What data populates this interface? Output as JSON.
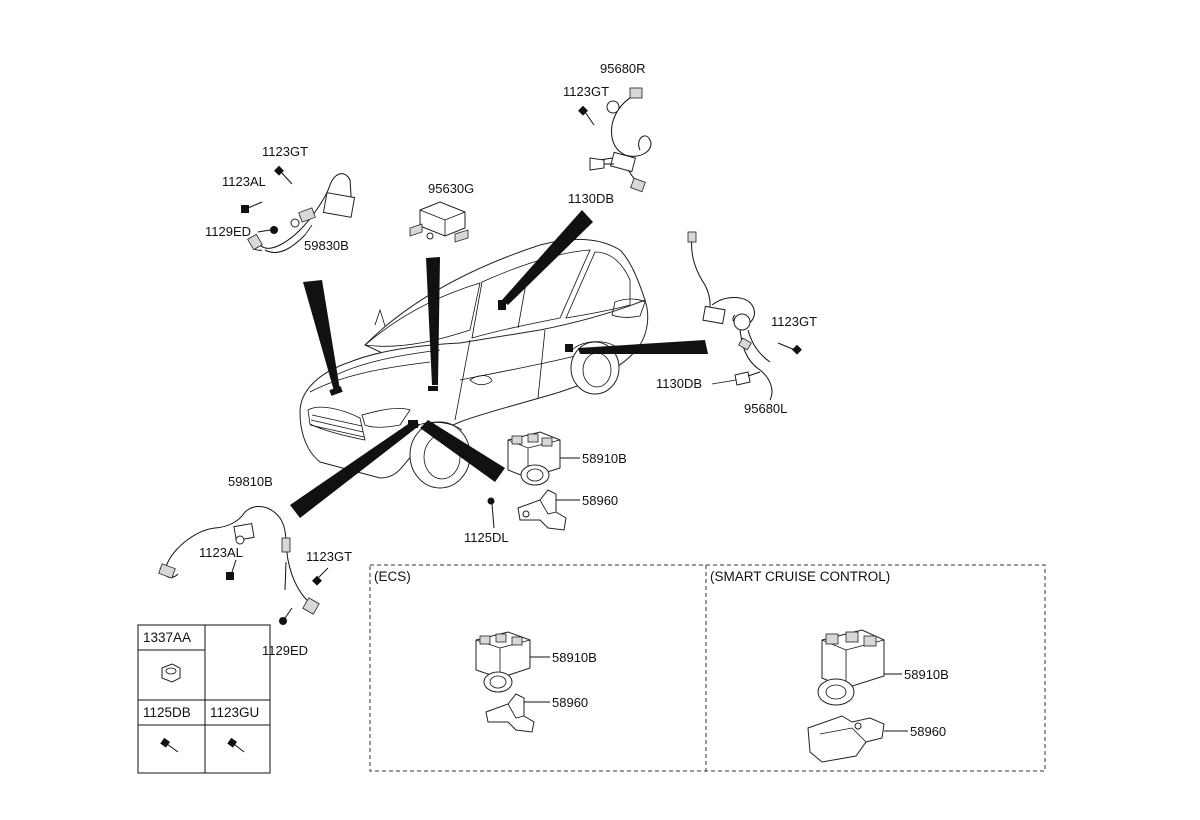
{
  "parts": {
    "p95680R": "95680R",
    "p1123GT_rr": "1123GT",
    "p1130DB_rr": "1130DB",
    "p1123GT_fl": "1123GT",
    "p1123AL_fl": "1123AL",
    "p1129ED_fl": "1129ED",
    "p59830B": "59830B",
    "p95630G": "95630G",
    "p1123GT_rl": "1123GT",
    "p1130DB_rl": "1130DB",
    "p95680L": "95680L",
    "p58910B_main": "58910B",
    "p58960_main": "58960",
    "p1125DL": "1125DL",
    "p59810B": "59810B",
    "p1123AL_fr": "1123AL",
    "p1123GT_fr": "1123GT",
    "p1129ED_fr": "1129ED",
    "p58910B_ecs": "58910B",
    "p58960_ecs": "58960",
    "p58910B_scc": "58910B",
    "p58960_scc": "58960"
  },
  "panels": {
    "ecs_title": "(ECS)",
    "scc_title": "(SMART CRUISE CONTROL)"
  },
  "fastener_table": {
    "top": "1337AA",
    "bottom_left": "1125DB",
    "bottom_right": "1123GU"
  }
}
